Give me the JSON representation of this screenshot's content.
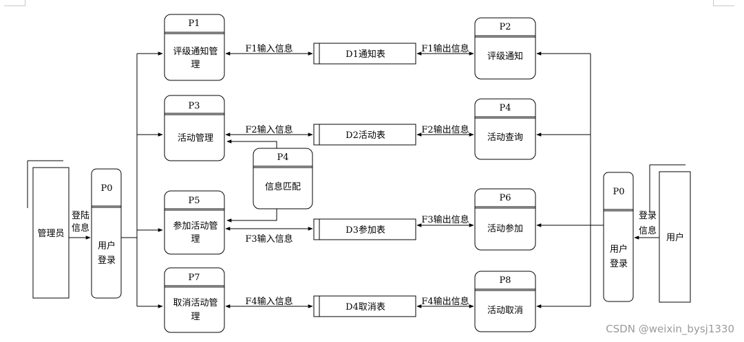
{
  "entities": {
    "admin": "管理员",
    "user": "用户"
  },
  "login": {
    "left_id": "P0",
    "left_name": "用户\n登录",
    "right_id": "P0",
    "right_name": "用户\n登录",
    "admin_flow": "登陆\n信息",
    "user_flow": "登录\n信息"
  },
  "manage_processes": [
    {
      "id": "P1",
      "name": "评级通知管\n理"
    },
    {
      "id": "P3",
      "name": "活动管理"
    },
    {
      "id": "P5",
      "name": "参加活动管\n理"
    },
    {
      "id": "P7",
      "name": "取消活动管\n理"
    }
  ],
  "stores": [
    "D1通知表",
    "D2活动表",
    "D3参加表",
    "D4取消表"
  ],
  "input_flows": [
    "F1输入信息",
    "F2输入信息",
    "F3输入信息",
    "F4输入信息"
  ],
  "output_flows": [
    "F1输出信息",
    "F2输出信息",
    "F3输出信息",
    "F4输出信息"
  ],
  "user_processes": [
    {
      "id": "P2",
      "name": "评级通知"
    },
    {
      "id": "P4",
      "name": "活动查询"
    },
    {
      "id": "P6",
      "name": "活动参加"
    },
    {
      "id": "P8",
      "name": "活动取消"
    }
  ],
  "match_process": {
    "id": "P4",
    "name": "信息匹配"
  },
  "watermark": "CSDN @weixin_bysj1330"
}
